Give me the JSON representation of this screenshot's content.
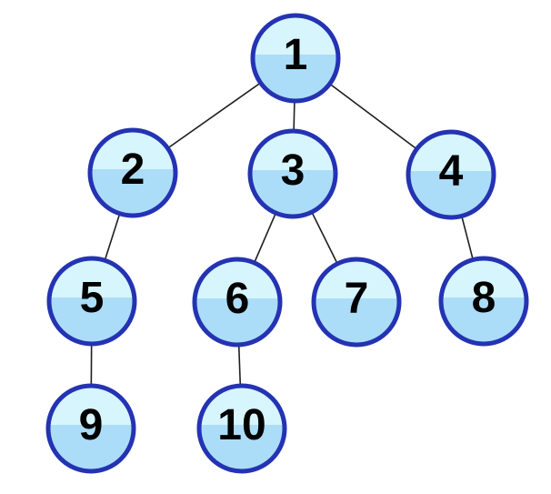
{
  "diagram": {
    "type": "tree",
    "background_color": "#ffffff",
    "colors": {
      "node_border": "#2433b3",
      "node_fill_top": "#d7f5fc",
      "node_fill_bottom": "#abddf8",
      "edge_line": "#1f1f1f",
      "label_text": "#000000"
    },
    "nodes": [
      {
        "id": 1,
        "label": "1",
        "parent": null
      },
      {
        "id": 2,
        "label": "2",
        "parent": 1
      },
      {
        "id": 3,
        "label": "3",
        "parent": 1
      },
      {
        "id": 4,
        "label": "4",
        "parent": 1
      },
      {
        "id": 5,
        "label": "5",
        "parent": 2
      },
      {
        "id": 6,
        "label": "6",
        "parent": 3
      },
      {
        "id": 7,
        "label": "7",
        "parent": 3
      },
      {
        "id": 8,
        "label": "8",
        "parent": 4
      },
      {
        "id": 9,
        "label": "9",
        "parent": 5
      },
      {
        "id": 10,
        "label": "10",
        "parent": 6
      }
    ],
    "edges": [
      "1-2",
      "1-3",
      "1-4",
      "2-5",
      "3-6",
      "3-7",
      "4-8",
      "5-9",
      "6-10"
    ]
  }
}
